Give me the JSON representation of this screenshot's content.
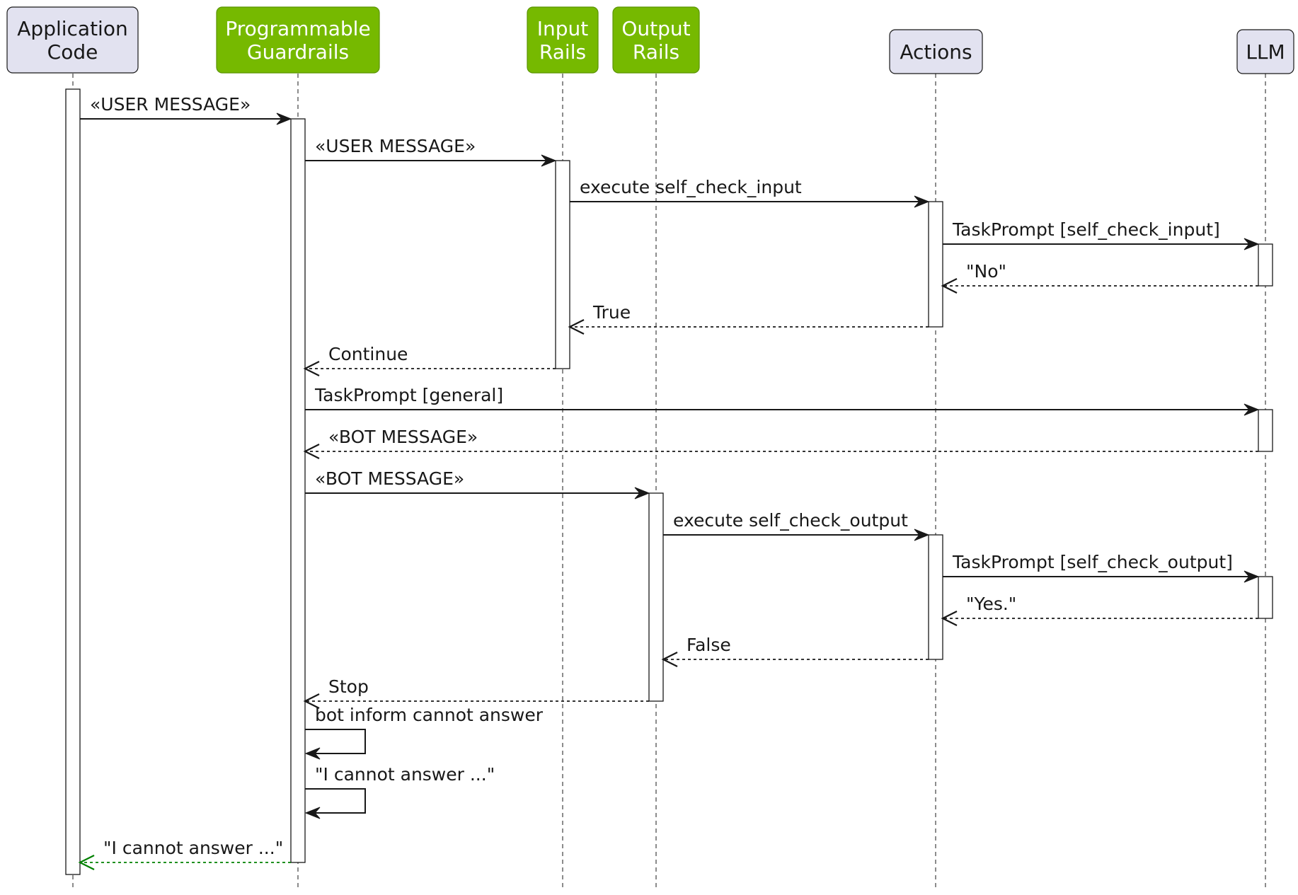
{
  "participants": [
    {
      "id": "app",
      "label_lines": [
        "Application",
        "Code"
      ],
      "style": "default"
    },
    {
      "id": "guard",
      "label_lines": [
        "Programmable",
        "Guardrails"
      ],
      "style": "green"
    },
    {
      "id": "input",
      "label_lines": [
        "Input",
        "Rails"
      ],
      "style": "green"
    },
    {
      "id": "output",
      "label_lines": [
        "Output",
        "Rails"
      ],
      "style": "green"
    },
    {
      "id": "actions",
      "label_lines": [
        "Actions"
      ],
      "style": "default"
    },
    {
      "id": "llm",
      "label_lines": [
        "LLM"
      ],
      "style": "default"
    }
  ],
  "messages": [
    {
      "from": "app",
      "to": "guard",
      "label": "«USER MESSAGE»",
      "kind": "call"
    },
    {
      "from": "guard",
      "to": "input",
      "label": "«USER MESSAGE»",
      "kind": "call"
    },
    {
      "from": "input",
      "to": "actions",
      "label": "execute self_check_input",
      "kind": "call"
    },
    {
      "from": "actions",
      "to": "llm",
      "label": "TaskPrompt [self_check_input]",
      "kind": "call"
    },
    {
      "from": "llm",
      "to": "actions",
      "label": "\"No\"",
      "kind": "return"
    },
    {
      "from": "actions",
      "to": "input",
      "label": "True",
      "kind": "return"
    },
    {
      "from": "input",
      "to": "guard",
      "label": "Continue",
      "kind": "return"
    },
    {
      "from": "guard",
      "to": "llm",
      "label": "TaskPrompt [general]",
      "kind": "call"
    },
    {
      "from": "llm",
      "to": "guard",
      "label": "«BOT MESSAGE»",
      "kind": "return"
    },
    {
      "from": "guard",
      "to": "output",
      "label": "«BOT MESSAGE»",
      "kind": "call"
    },
    {
      "from": "output",
      "to": "actions",
      "label": "execute self_check_output",
      "kind": "call"
    },
    {
      "from": "actions",
      "to": "llm",
      "label": "TaskPrompt [self_check_output]",
      "kind": "call"
    },
    {
      "from": "llm",
      "to": "actions",
      "label": "\"Yes.\"",
      "kind": "return"
    },
    {
      "from": "actions",
      "to": "output",
      "label": "False",
      "kind": "return"
    },
    {
      "from": "output",
      "to": "guard",
      "label": "Stop",
      "kind": "return"
    },
    {
      "from": "guard",
      "to": "guard",
      "label": "bot inform cannot answer",
      "kind": "self"
    },
    {
      "from": "guard",
      "to": "guard",
      "label": "\"I cannot answer ...\"",
      "kind": "self"
    },
    {
      "from": "guard",
      "to": "app",
      "label": "\"I cannot answer ...\"",
      "kind": "final"
    }
  ],
  "colors": {
    "default_fill": "#e2e2f0",
    "default_stroke": "#181818",
    "green_fill": "#76b900",
    "green_stroke": "#5a9400",
    "green_text": "#ffffff",
    "line": "#181818",
    "final_arrow": "#008000"
  }
}
